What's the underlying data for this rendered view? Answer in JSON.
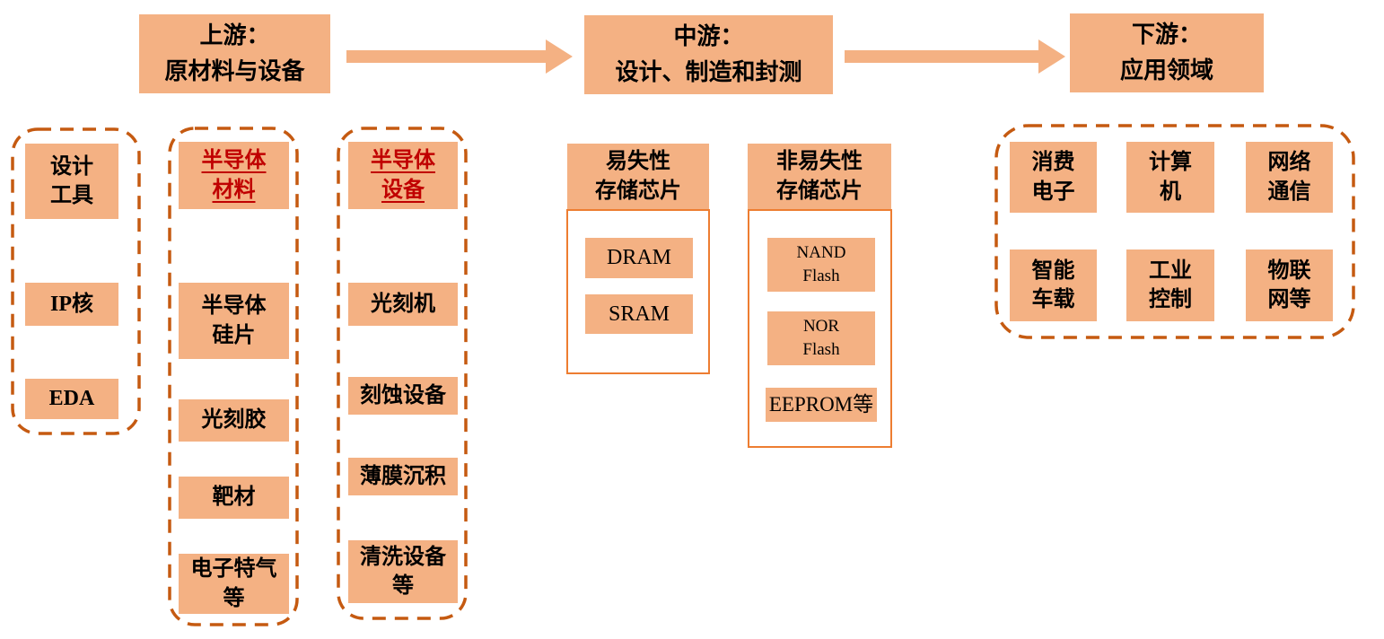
{
  "palette": {
    "box_fill": "#F4B183",
    "dashed_border": "#C55A11",
    "solid_border": "#ED7D31",
    "red_header_text": "#C00000",
    "black_text": "#000000",
    "arrow_fill": "#F4B183",
    "background": "#FFFFFF"
  },
  "flow": {
    "headers": [
      {
        "line1": "上游：",
        "line2": "原材料与设备"
      },
      {
        "line1": "中游：",
        "line2": "设计、制造和封测"
      },
      {
        "line1": "下游：",
        "line2": "应用领域"
      }
    ]
  },
  "upstream": {
    "design_group": {
      "tools": {
        "line1": "设计",
        "line2": "工具"
      },
      "ip_core": {
        "line1": "IP核"
      },
      "eda": {
        "line1": "EDA"
      }
    },
    "materials_group": {
      "header": {
        "line1": "半导体",
        "line2": "材料"
      },
      "silicon_wafer": {
        "line1": "半导体",
        "line2": "硅片"
      },
      "photoresist": {
        "line1": "光刻胶"
      },
      "target_material": {
        "line1": "靶材"
      },
      "electronic_gases": {
        "line1": "电子特气",
        "line2": "等"
      }
    },
    "equipment_group": {
      "header": {
        "line1": "半导体",
        "line2": "设备"
      },
      "lithography": {
        "line1": "光刻机"
      },
      "etching": {
        "line1": "刻蚀设备"
      },
      "deposition": {
        "line1": "薄膜沉积"
      },
      "cleaning": {
        "line1": "清洗设备",
        "line2": "等"
      }
    }
  },
  "midstream": {
    "volatile": {
      "header": {
        "line1": "易失性",
        "line2": "存储芯片"
      },
      "dram": {
        "line1": "DRAM"
      },
      "sram": {
        "line1": "SRAM"
      }
    },
    "nonvolatile": {
      "header": {
        "line1": "非易失性",
        "line2": "存储芯片"
      },
      "nand": {
        "line1": "NAND",
        "line2": "Flash"
      },
      "nor": {
        "line1": "NOR",
        "line2": "Flash"
      },
      "eeprom": {
        "line1": "EEPROM等"
      }
    }
  },
  "downstream": {
    "consumer_electronics": {
      "line1": "消费",
      "line2": "电子"
    },
    "computer": {
      "line1": "计算",
      "line2": "机"
    },
    "network_comm": {
      "line1": "网络",
      "line2": "通信"
    },
    "smart_vehicle": {
      "line1": "智能",
      "line2": "车载"
    },
    "industrial_control": {
      "line1": "工业",
      "line2": "控制"
    },
    "iot": {
      "line1": "物联",
      "line2": "网等"
    }
  }
}
